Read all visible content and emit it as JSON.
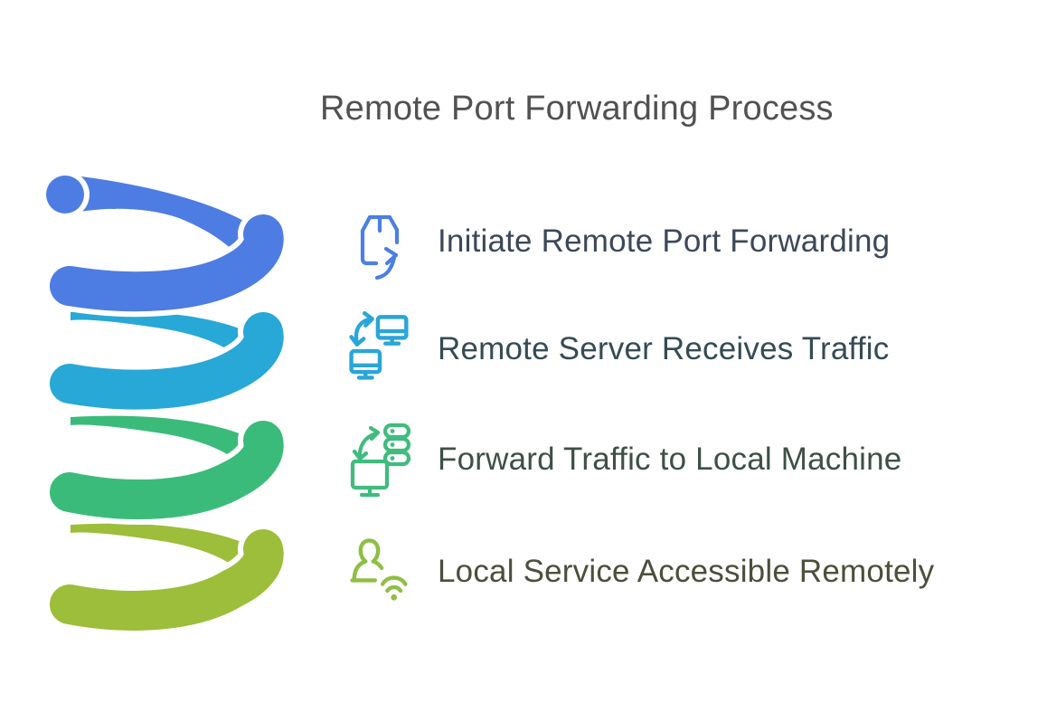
{
  "background": "#ffffff",
  "title": {
    "text": "Remote Port Forwarding Process",
    "color": "#515151"
  },
  "steps": [
    {
      "label": "Initiate Remote Port Forwarding",
      "icon": "package-export-icon",
      "icon_color": "#4b7fe2",
      "text_color": "#3c4859"
    },
    {
      "label": "Remote Server Receives Traffic",
      "icon": "monitors-sync-icon",
      "icon_color": "#2aa5d8",
      "text_color": "#344b54"
    },
    {
      "label": "Forward Traffic to Local Machine",
      "icon": "server-to-monitor-sync-icon",
      "icon_color": "#3fbc7e",
      "text_color": "#3d5046"
    },
    {
      "label": "Local Service Accessible Remotely",
      "icon": "person-wifi-icon",
      "icon_color": "#8fbe44",
      "text_color": "#4b4f3b"
    }
  ],
  "spiral": {
    "description": "four-turn coil spring ribbon",
    "coil_colors": [
      "#4d7ce2",
      "#28a8d6",
      "#3bbb7a",
      "#9cbe3a"
    ],
    "gap_color": "#ffffff"
  }
}
